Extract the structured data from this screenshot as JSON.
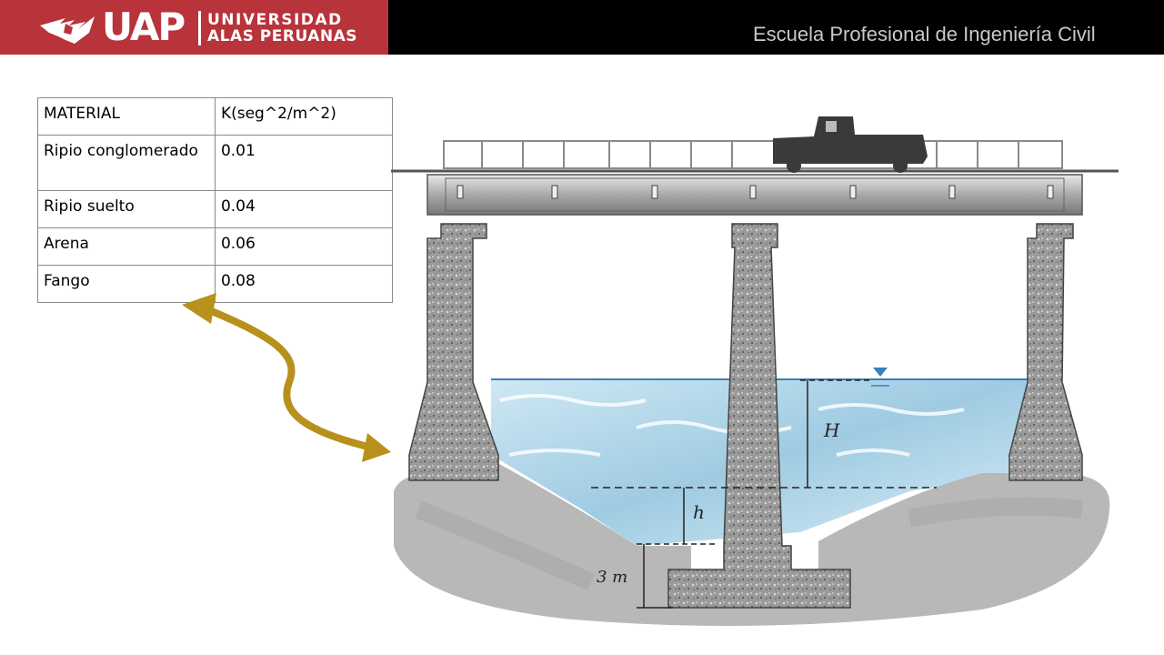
{
  "header": {
    "logo_acronym": "UAP",
    "logo_line1": "UNIVERSIDAD",
    "logo_line2": "ALAS PERUANAS",
    "school_title": "Escuela Profesional de Ingeniería Civil",
    "colors": {
      "brand_red": "#b8333a",
      "bar_black": "#000000",
      "title_gray": "#c8c8c8"
    }
  },
  "table": {
    "headers": [
      "MATERIAL",
      "K(seg^2/m^2)"
    ],
    "rows": [
      [
        "Ripio conglomerado",
        "0.01"
      ],
      [
        "Ripio suelto",
        "0.04"
      ],
      [
        "Arena",
        "0.06"
      ],
      [
        "Fango",
        "0.08"
      ]
    ]
  },
  "diagram": {
    "labels": {
      "H": "H",
      "h": "h",
      "depth": "3 m"
    },
    "arrow_color": "#b8901c",
    "water_color": "#bfe0f0"
  }
}
